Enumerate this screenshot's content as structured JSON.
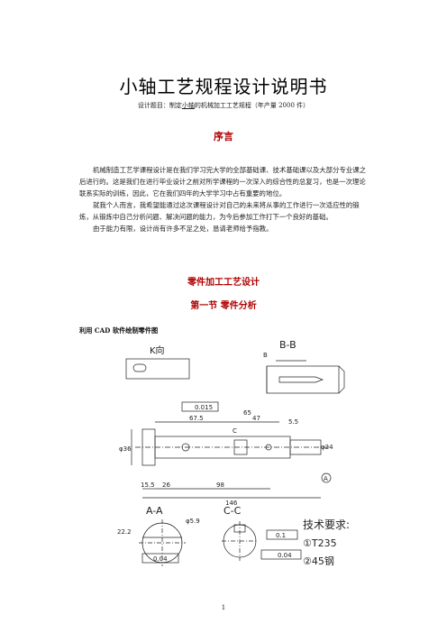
{
  "title": "小轴工艺规程设计说明书",
  "subtitle": {
    "prefix": "设计题目：制定",
    "underlined": "小轴",
    "suffix": "的机械加工工艺规程（年产量 2000 件）"
  },
  "preface_heading": "序言",
  "preface_paragraphs": [
    "机械制造工艺学课程设计是在我们学习完大学的全部基础课、技术基础课以及大部分专业课之后进行的。这是我们在进行毕业设计之前对所学课程的一次深入的综合性的总复习，也是一次理论联系实际的训练，因此，它在我们四年的大学学习中占有重要的地位。",
    "就我个人而言，我希望能通过这次课程设计对自己的未来将从事的工作进行一次适应性的锻炼，从锻炼中自己分析问题、解决问题的能力，为今后参加工作打下一个良好的基础。",
    "由于能力有限，设计尚有许多不足之处，恳请老师给予指教。"
  ],
  "section_heading": "零件加工工艺设计",
  "subsection_heading": "第一节  零件分析",
  "figure_caption": "利用 CAD 软件绘制零件图",
  "drawing": {
    "view_k": "K向",
    "view_bb": "B-B",
    "view_aa": "A-A",
    "view_cc": "C-C",
    "tech_req_title": "技术要求:",
    "tech_req_1": "①T235",
    "tech_req_2": "②45钢",
    "dim_total": "146",
    "dim_67_5": "67.5",
    "dim_47": "47",
    "dim_65": "65",
    "dim_15_5": "15.5",
    "dim_26": "26",
    "dim_98": "98",
    "dim_phi36": "φ36",
    "dim_phi24": "φ24",
    "dim_5_5": "5.5",
    "dim_22_2": "22.2",
    "dim_phi5": "φ5.9",
    "tol_1": "0.015",
    "tol_2": "0.04",
    "tol_3": "0.1",
    "tol_4": "0.04",
    "datum": "A",
    "label_c": "C",
    "label_b": "B"
  },
  "page_number": "1"
}
